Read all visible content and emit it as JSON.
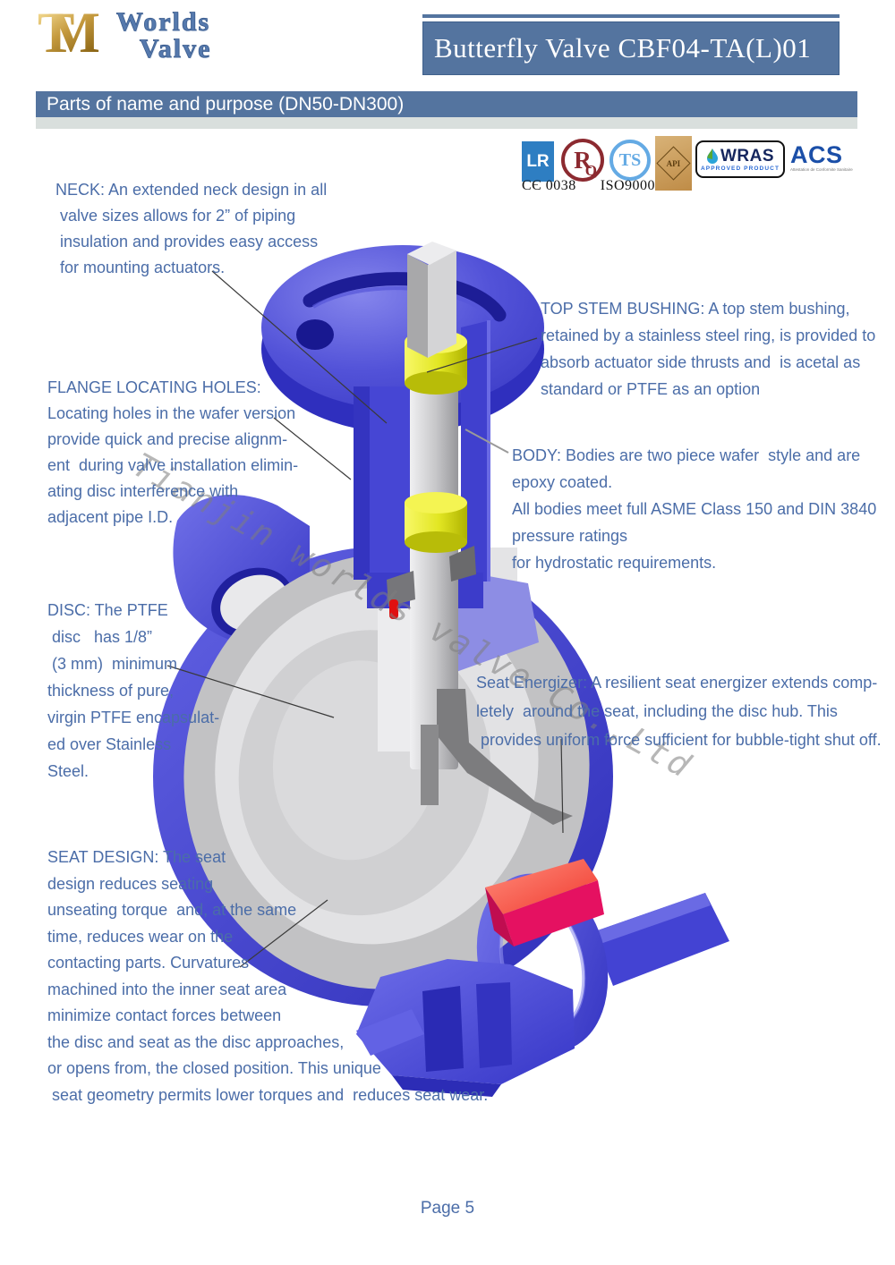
{
  "header": {
    "logo": {
      "monogram": "TM",
      "line1": "Worlds",
      "line2": "Valve"
    },
    "product_title": "Butterfly Valve  CBF04-TA(L)01"
  },
  "section": {
    "title": "Parts of name and purpose (DN50-DN300)"
  },
  "certifications": {
    "lr_label": "LR",
    "rq_letter": "R",
    "rq_sub": "Q",
    "ts_label": "TS",
    "api_label": "API",
    "wras_title": "WRAS",
    "wras_sub": "APPROVED PRODUCT",
    "acs_title": "ACS",
    "acs_sub": "Attestation de Conformite Sanitaire",
    "ce_mark": "CЄ",
    "ce_number": "0038",
    "iso_label": "ISO9000"
  },
  "watermark": {
    "text": "Tianjin worlds valve Co.,Ltd"
  },
  "callouts": {
    "neck": "NECK: An extended neck design in all\n valve sizes allows for 2” of piping\n insulation and provides easy access\n for mounting actuators.",
    "top_stem_bushing": "TOP STEM BUSHING: A top stem bushing,\nretained by a stainless steel ring, is provided to\nabsorb actuator side thrusts and  is acetal as\nstandard or PTFE as an option",
    "flange_locating_holes": "FLANGE LOCATING HOLES:\nLocating holes in the wafer version\nprovide quick and precise alignm-\nent  during valve installation elimin-\nating disc interference with\nadjacent pipe I.D.",
    "body": "BODY: Bodies are two piece wafer  style and are\nepoxy coated.\nAll bodies meet full ASME Class 150 and DIN 3840\npressure ratings\nfor hydrostatic requirements.",
    "disc": "DISC: The PTFE\n disc   has 1/8”\n (3 mm)  minimum\nthickness of pure,\nvirgin PTFE encapsulat-\ned over Stainless\nSteel.",
    "seat_energizer": "Seat Energizer: A resilient seat energizer extends comp-\nletely  around the seat, including the disc hub. This\n provides uniform force sufficient for bubble-tight shut off.",
    "seat_design": "SEAT DESIGN: The seat\ndesign reduces seating\nunseating torque  and, at the same\ntime, reduces wear on the\ncontacting parts. Curvatures\nmachined into the inner seat area\nminimize contact forces between\nthe disc and seat as the disc approaches,\nor opens from, the closed position. This unique\n seat geometry permits lower torques and  reduces seat wear."
  },
  "footer": {
    "page_label": "Page  5"
  },
  "colors": {
    "header_bar_blue": "#54749f",
    "callout_text_blue": "#4b6da8",
    "sub_bar_gray": "#d9dfdd",
    "valve_blue": "#4444d2",
    "valve_blue_dark": "#2a2ab4",
    "bushing_yellow": "#e9eb33",
    "disc_gray": "#d6d6d8",
    "stem_gray": "#c9c9cb",
    "energizer_red": "#f4584c",
    "energizer_crimson": "#e31060",
    "logo_gold": "#c29b45",
    "watermark_gray": "#7e7e7e"
  }
}
